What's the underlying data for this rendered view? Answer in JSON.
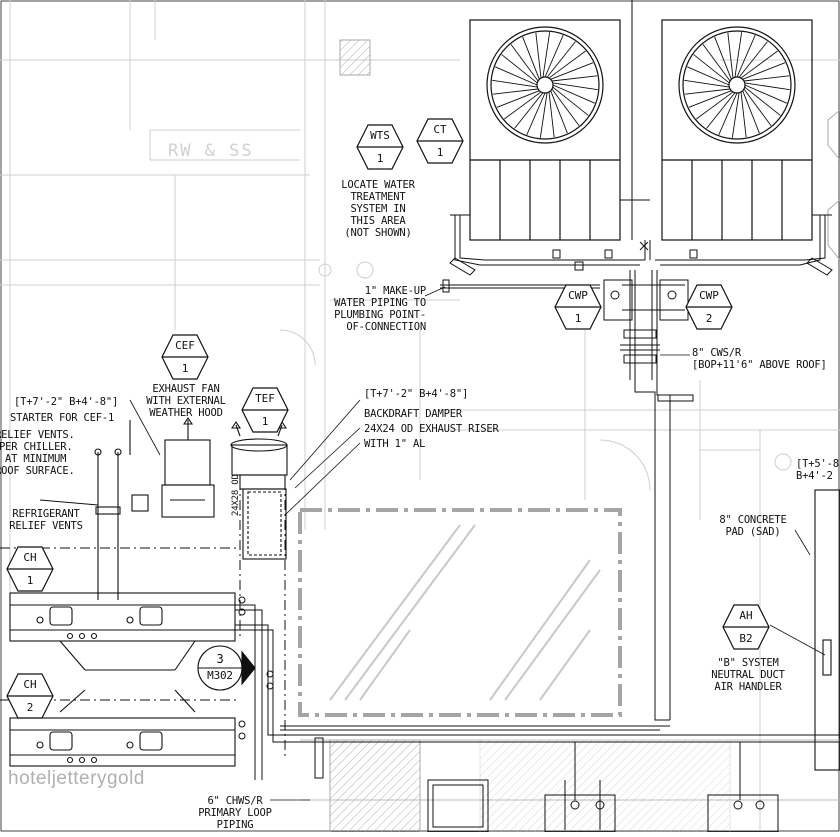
{
  "tags": {
    "wts": {
      "top": "WTS",
      "bottom": "1"
    },
    "ct": {
      "top": "CT",
      "bottom": "1"
    },
    "cwp1": {
      "top": "CWP",
      "bottom": "1"
    },
    "cwp2": {
      "top": "CWP",
      "bottom": "2"
    },
    "cef": {
      "top": "CEF",
      "bottom": "1"
    },
    "tef": {
      "top": "TEF",
      "bottom": "1"
    },
    "ch1": {
      "top": "CH",
      "bottom": "1"
    },
    "ch2": {
      "top": "CH",
      "bottom": "2"
    },
    "ah": {
      "top": "AH",
      "bottom": "B2"
    },
    "section": {
      "top": "3",
      "bottom": "M302"
    }
  },
  "notes": {
    "water_treatment": [
      "LOCATE WATER",
      "TREATMENT",
      "SYSTEM IN",
      "THIS AREA",
      "(NOT SHOWN)"
    ],
    "makeup": [
      "1\" MAKE-UP",
      "WATER PIPING TO",
      "PLUMBING POINT-",
      "OF-CONNECTION"
    ],
    "cws": [
      "8\" CWS/R",
      "[BOP+11'6\" ABOVE ROOF]"
    ],
    "exhaust_fan": [
      "EXHAUST FAN",
      "WITH EXTERNAL",
      "WEATHER HOOD"
    ],
    "cef_elev": "[T+7'-2\" B+4'-8\"]",
    "starter": "STARTER FOR CEF-1",
    "relief_vents": [
      "RELIEF VENTS.",
      "PER CHILLER.",
      "AT MINIMUM",
      "ROOF SURFACE."
    ],
    "refrigerant": [
      "REFRIGERANT",
      "RELIEF VENTS"
    ],
    "tef_elev": "[T+7'-2\" B+4'-8\"]",
    "backdraft": [
      "BACKDRAFT DAMPER",
      "24X24 OD EXHAUST RISER",
      "WITH 1\" AL"
    ],
    "riser_label": "24X28 OD",
    "right_elev": [
      "[T+5'-8",
      "B+4'-2"
    ],
    "concrete": [
      "8\" CONCRETE",
      "PAD (SAD)"
    ],
    "air_handler": [
      "\"B\" SYSTEM",
      "NEUTRAL DUCT",
      "AIR HANDLER"
    ],
    "chws": [
      "6\" CHWS/R",
      "PRIMARY LOOP",
      "PIPING"
    ],
    "faded": "RW & SS"
  },
  "watermark": "hoteljetterygold",
  "colors": {
    "ink": "#111111",
    "faint": "#c8c8c8",
    "pad": "#9a9a9a",
    "watermark": "#969696"
  }
}
